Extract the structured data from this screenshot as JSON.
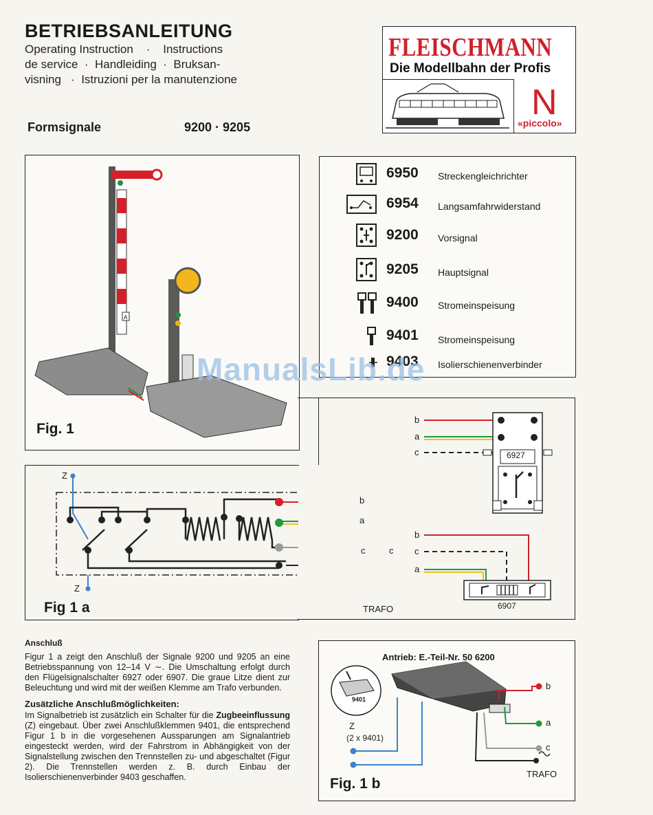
{
  "header": {
    "title": "BETRIEBSANLEITUNG",
    "subtitle_lines": [
      "Operating Instruction    ·    Instructions",
      "de service  ·  Handleiding  ·  Bruksan-",
      "visning   ·  Istruzioni per la manutenzione"
    ],
    "product_name": "Formsignale",
    "product_numbers": "9200 · 9205"
  },
  "logo": {
    "brand": "FLEISCHMANN",
    "tagline": "Die Modellbahn der Profis",
    "scale": "N",
    "scale_name": "«piccolo»"
  },
  "parts": [
    {
      "number": "6950",
      "label": "Streckengleichrichter",
      "icon": "rectifier-icon"
    },
    {
      "number": "6954",
      "label": "Langsamfahrwiderstand",
      "icon": "resistor-icon"
    },
    {
      "number": "9200",
      "label": "Vorsignal",
      "icon": "distant-signal-icon"
    },
    {
      "number": "9205",
      "label": "Hauptsignal",
      "icon": "home-signal-icon"
    },
    {
      "number": "9400",
      "label": "Stromeinspeisung",
      "icon": "feeder-double-icon"
    },
    {
      "number": "9401",
      "label": "Stromeinspeisung",
      "icon": "feeder-single-icon"
    },
    {
      "number": "9403",
      "label": "Isolierschienenverbinder",
      "icon": "insulated-joiner-icon"
    }
  ],
  "fig1": {
    "label": "Fig. 1"
  },
  "fig1a": {
    "label": "Fig 1 a",
    "wire_labels": [
      "b",
      "a",
      "c",
      "c"
    ],
    "z_labels": [
      "Z",
      "Z"
    ],
    "trafo": "TRAFO"
  },
  "switch_diagram": {
    "top_wires": [
      "b",
      "a",
      "c"
    ],
    "top_unit": "6927",
    "bottom_wires": [
      "b",
      "c",
      "a"
    ],
    "bottom_unit": "6907"
  },
  "text": {
    "heading1": "Anschluß",
    "para1": "Figur 1 a zeigt den Anschluß der Signale 9200 und 9205 an eine Betriebsspannung von 12–14 V ∼. Die Umschaltung erfolgt durch den Flügelsignalschalter 6927 oder 6907. Die graue Litze dient zur Beleuchtung und wird mit der weißen Klemme am Trafo verbunden.",
    "heading2": "Zusätzliche Anschlußmöglichkeiten:",
    "para2_start": "Im Signalbetrieb ist zusätzlich ein Schalter für die ",
    "para2_bold": "Zugbeeinflussung",
    "para2_rest": " (Z) eingebaut. Über zwei Anschlußklemmen 9401, die entsprechend Figur 1 b in die vorgesehenen Aussparungen am Signalantrieb eingesteckt werden, wird der Fahrstrom in Abhängigkeit von der Signalstellung zwischen den Trennstellen zu- und abgeschaltet (Figur 2). Die Trennstellen werden z. B. durch Einbau der Isolierschienenverbinder 9403 geschaffen."
  },
  "fig1b": {
    "label": "Fig. 1 b",
    "drive_title": "Antrieb: E.-Teil-Nr. 50 6200",
    "inset_label": "9401",
    "z_label": "Z",
    "z_note": "(2 x 9401)",
    "wire_labels": [
      "b",
      "a",
      "c"
    ],
    "trafo": "TRAFO"
  },
  "watermark": "ManualsLib.de",
  "colors": {
    "red": "#d4202a",
    "green": "#1d9a3a",
    "blue": "#3b82c8",
    "yellow": "#e7c224",
    "grey": "#9a9a9a",
    "brand": "#d0202a"
  }
}
